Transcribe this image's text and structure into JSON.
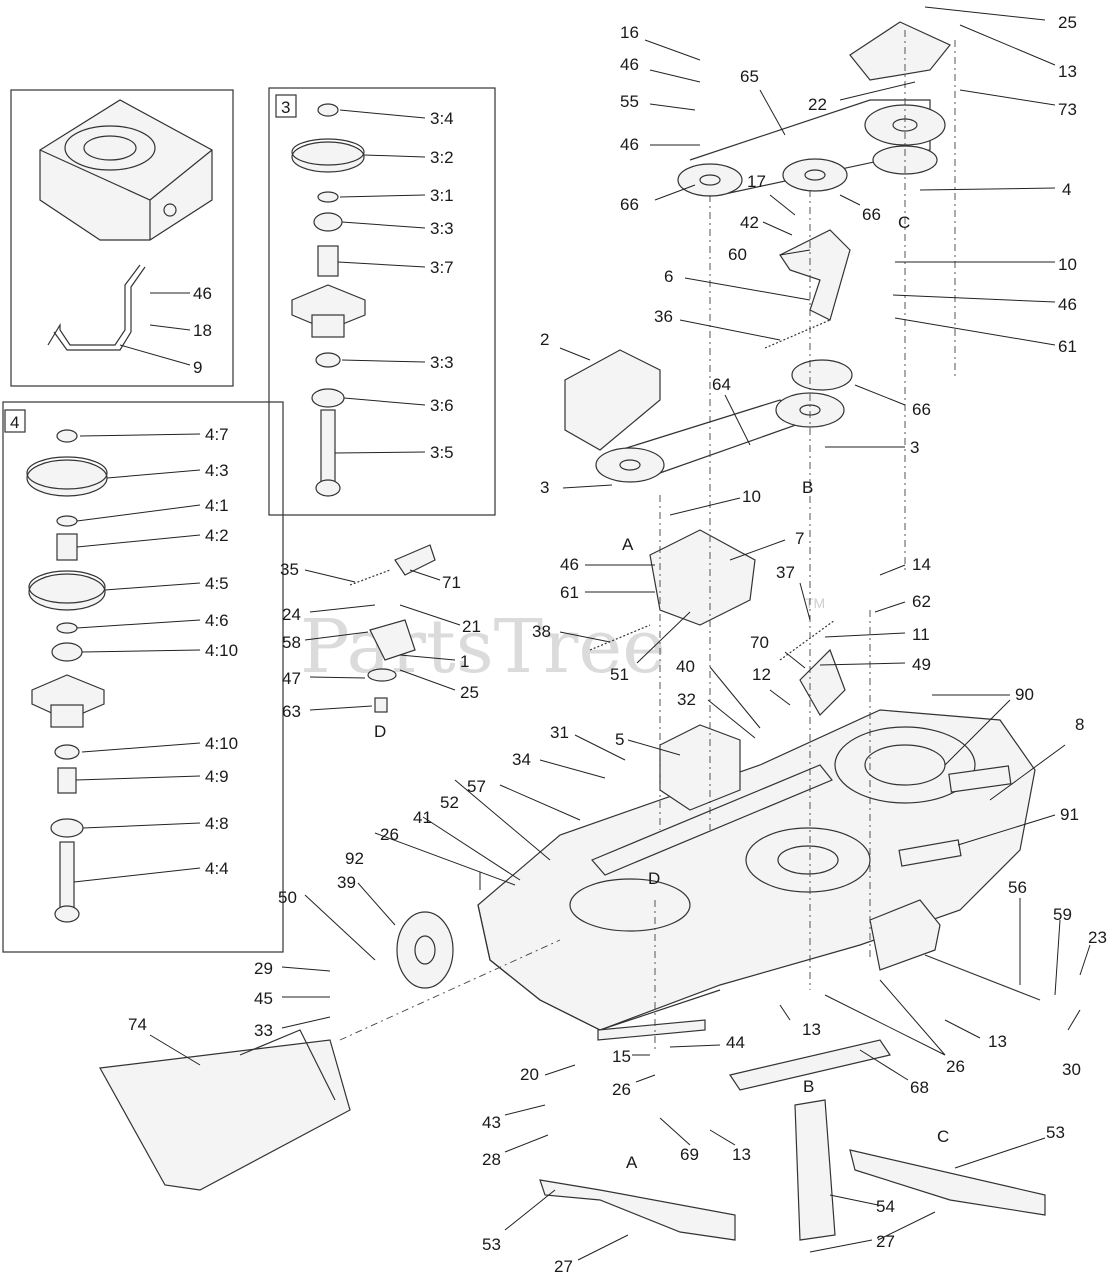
{
  "watermark": {
    "text": "PartsTree",
    "tm": "TM"
  },
  "insets": [
    {
      "tag": "3",
      "parts": [
        "3:4",
        "3:2",
        "3:1",
        "3:3",
        "3:7",
        "3:3",
        "3:6",
        "3:5"
      ]
    },
    {
      "tag": "4",
      "parts": [
        "4:7",
        "4:3",
        "4:1",
        "4:2",
        "4:5",
        "4:6",
        "4:10",
        "4:10",
        "4:9",
        "4:8",
        "4:4"
      ]
    }
  ],
  "labels": {
    "l16": "16",
    "l46a": "46",
    "l55": "55",
    "l46b": "46",
    "l66a": "66",
    "l65": "65",
    "l22": "22",
    "l25a": "25",
    "l13a": "13",
    "l73": "73",
    "l4": "4",
    "lC1": "C",
    "l17": "17",
    "l42": "42",
    "l60": "60",
    "l66b": "66",
    "l10a": "10",
    "l46c": "46",
    "l61a": "61",
    "l6": "6",
    "l36": "36",
    "l2": "2",
    "l64": "64",
    "l66c": "66",
    "l3a": "3",
    "lB1": "B",
    "l3b": "3",
    "lA1": "A",
    "l10b": "10",
    "l7": "7",
    "l46d": "46",
    "l61b": "61",
    "l37": "37",
    "l14": "14",
    "l62": "62",
    "l11": "11",
    "l49": "49",
    "l70": "70",
    "l12": "12",
    "l38": "38",
    "l51": "51",
    "l40": "40",
    "l32": "32",
    "l90": "90",
    "l8": "8",
    "l35": "35",
    "l71": "71",
    "l24": "24",
    "l21": "21",
    "l58": "58",
    "l1": "1",
    "l47": "47",
    "l25b": "25",
    "l63": "63",
    "lD1": "D",
    "l31": "31",
    "l5": "5",
    "l34": "34",
    "l57": "57",
    "l91": "91",
    "l52": "52",
    "l41": "41",
    "l26a": "26",
    "l92": "92",
    "lD2": "D",
    "l39": "39",
    "l50": "50",
    "l29": "29",
    "l45": "45",
    "l33": "33",
    "l74": "74",
    "l56": "56",
    "l59": "59",
    "l23": "23",
    "l30": "30",
    "l13b": "13",
    "l13c": "13",
    "l26b": "26",
    "l68": "68",
    "l15": "15",
    "l44": "44",
    "l26c": "26",
    "l20": "20",
    "l43": "43",
    "l28": "28",
    "l69": "69",
    "l13d": "13",
    "lA2": "A",
    "lB2": "B",
    "lC2": "C",
    "l53a": "53",
    "l53b": "53",
    "l54": "54",
    "l27a": "27",
    "l27b": "27",
    "l46e": "46",
    "l18": "18",
    "l9": "9"
  }
}
